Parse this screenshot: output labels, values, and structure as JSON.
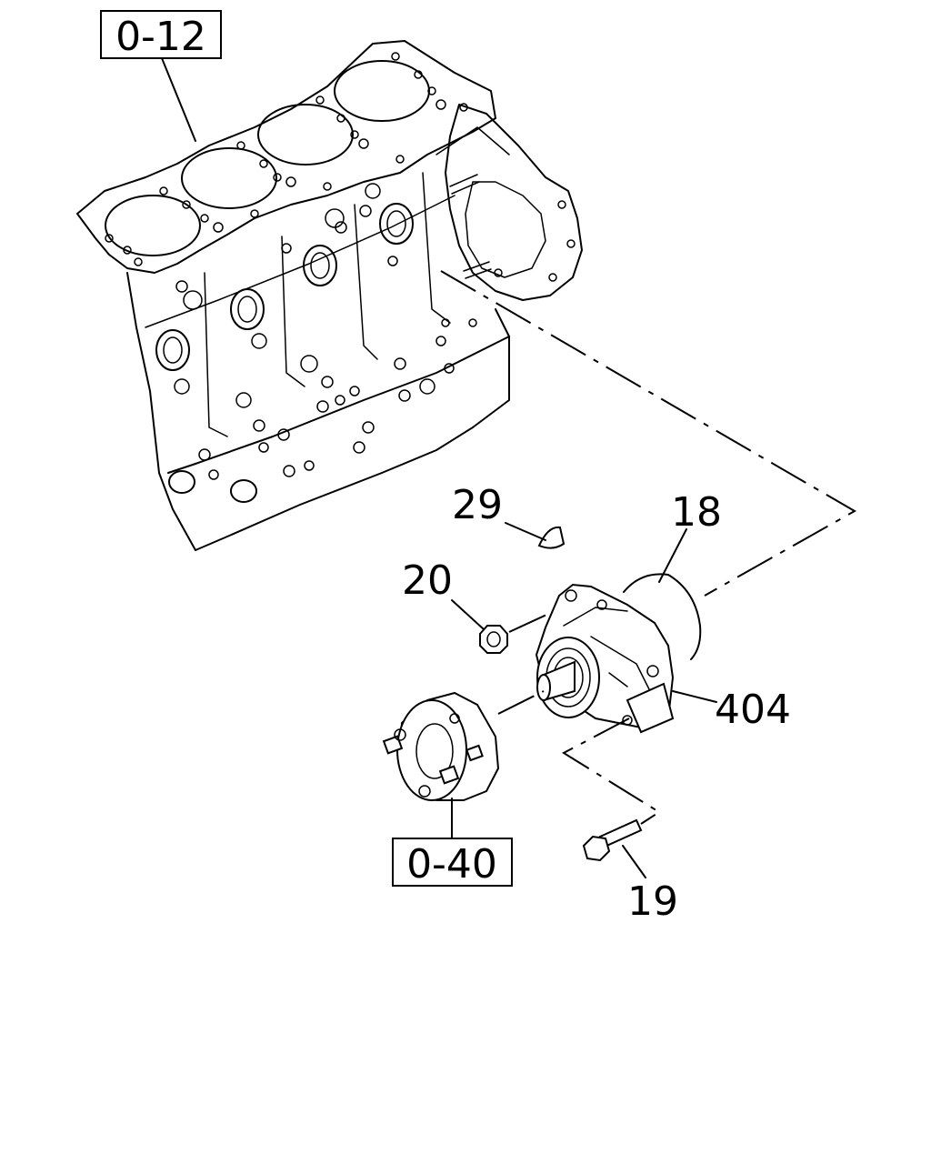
{
  "references": {
    "cylinder_block": "0-12",
    "pulley_hub": "0-40"
  },
  "callouts": {
    "woodruff_key": "29",
    "o_ring": "18",
    "nut": "20",
    "water_pump_assy": "404",
    "bolt": "19"
  }
}
